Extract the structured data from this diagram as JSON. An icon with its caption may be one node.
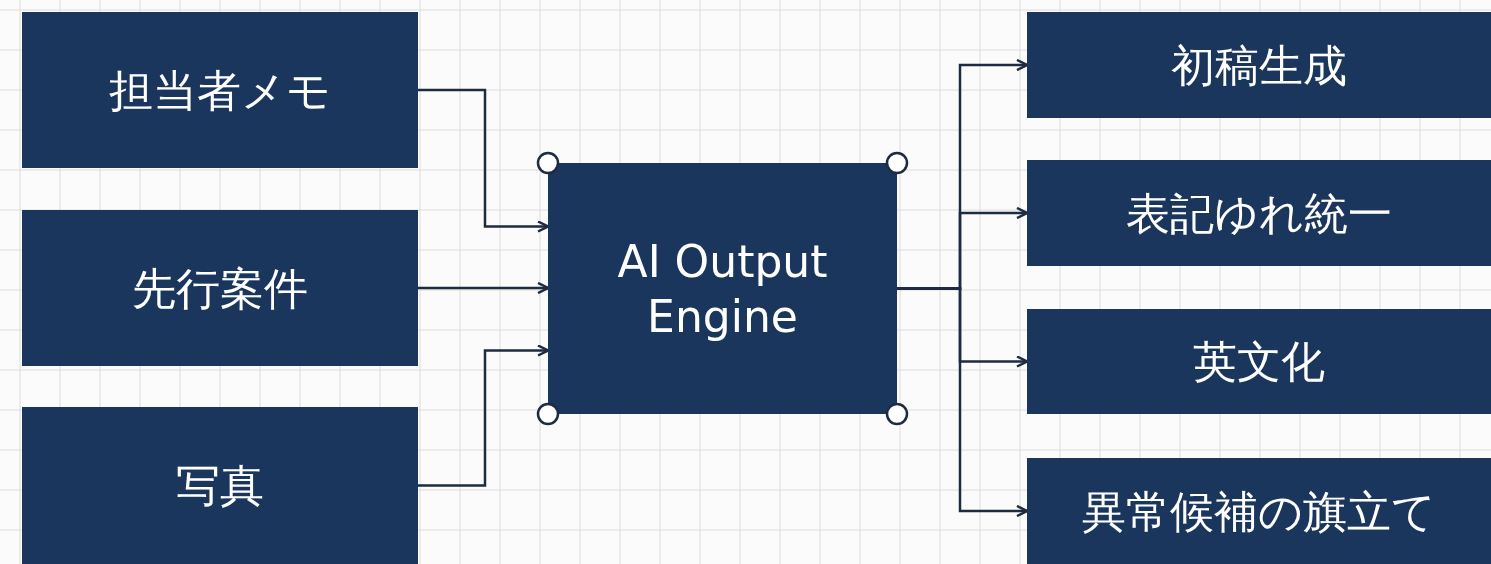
{
  "diagram": {
    "nodes": [
      {
        "text": [
          "担当者メモ"
        ]
      },
      {
        "text": [
          "先行案件"
        ]
      },
      {
        "text": [
          "写真"
        ]
      },
      {
        "text": [
          "AI Output Engine"
        ]
      },
      {
        "text": [
          "初稿生成"
        ]
      },
      {
        "text": [
          "表記ゆれ統一"
        ]
      },
      {
        "text": [
          "英文化"
        ]
      },
      {
        "text": [
          "異常候補の旗立て"
        ]
      }
    ],
    "edges": [
      {
        "from": 0,
        "to": 3,
        "arrow": "to"
      },
      {
        "from": 1,
        "to": 3,
        "arrow": "to"
      },
      {
        "from": 2,
        "to": 3,
        "arrow": "to"
      },
      {
        "from": 3,
        "to": 4,
        "arrow": "to"
      },
      {
        "from": 3,
        "to": 5,
        "arrow": "to"
      },
      {
        "from": 3,
        "to": 6,
        "arrow": "to"
      },
      {
        "from": 3,
        "to": 7,
        "arrow": "to"
      }
    ]
  }
}
